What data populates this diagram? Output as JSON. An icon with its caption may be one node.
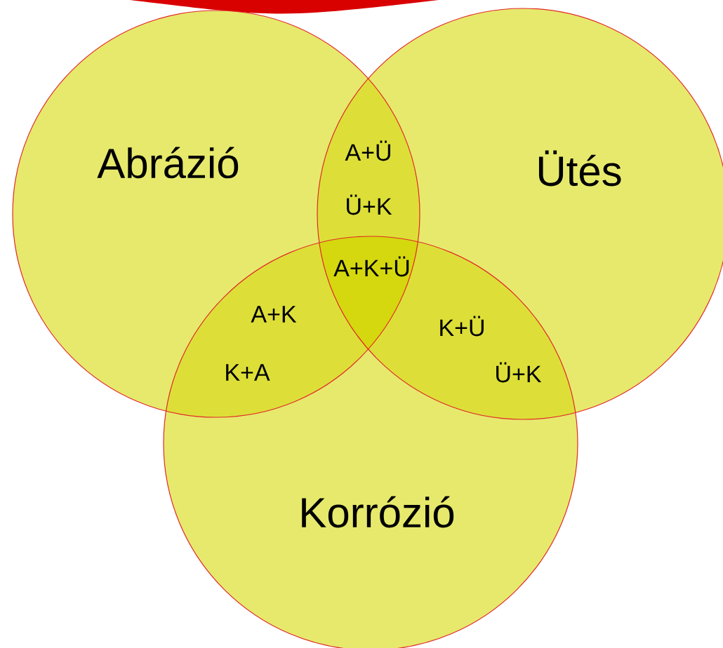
{
  "diagram": {
    "nodes": [
      {
        "text": [
          "Abrázió"
        ]
      },
      {
        "text": [
          "Ütés"
        ]
      },
      {
        "text": [
          "Korrózió"
        ]
      }
    ],
    "labels": [
      "A+Ü",
      "Ü+K",
      "A+K+Ü",
      "A+K",
      "K+A",
      "K+Ü",
      "Ü+K"
    ]
  }
}
